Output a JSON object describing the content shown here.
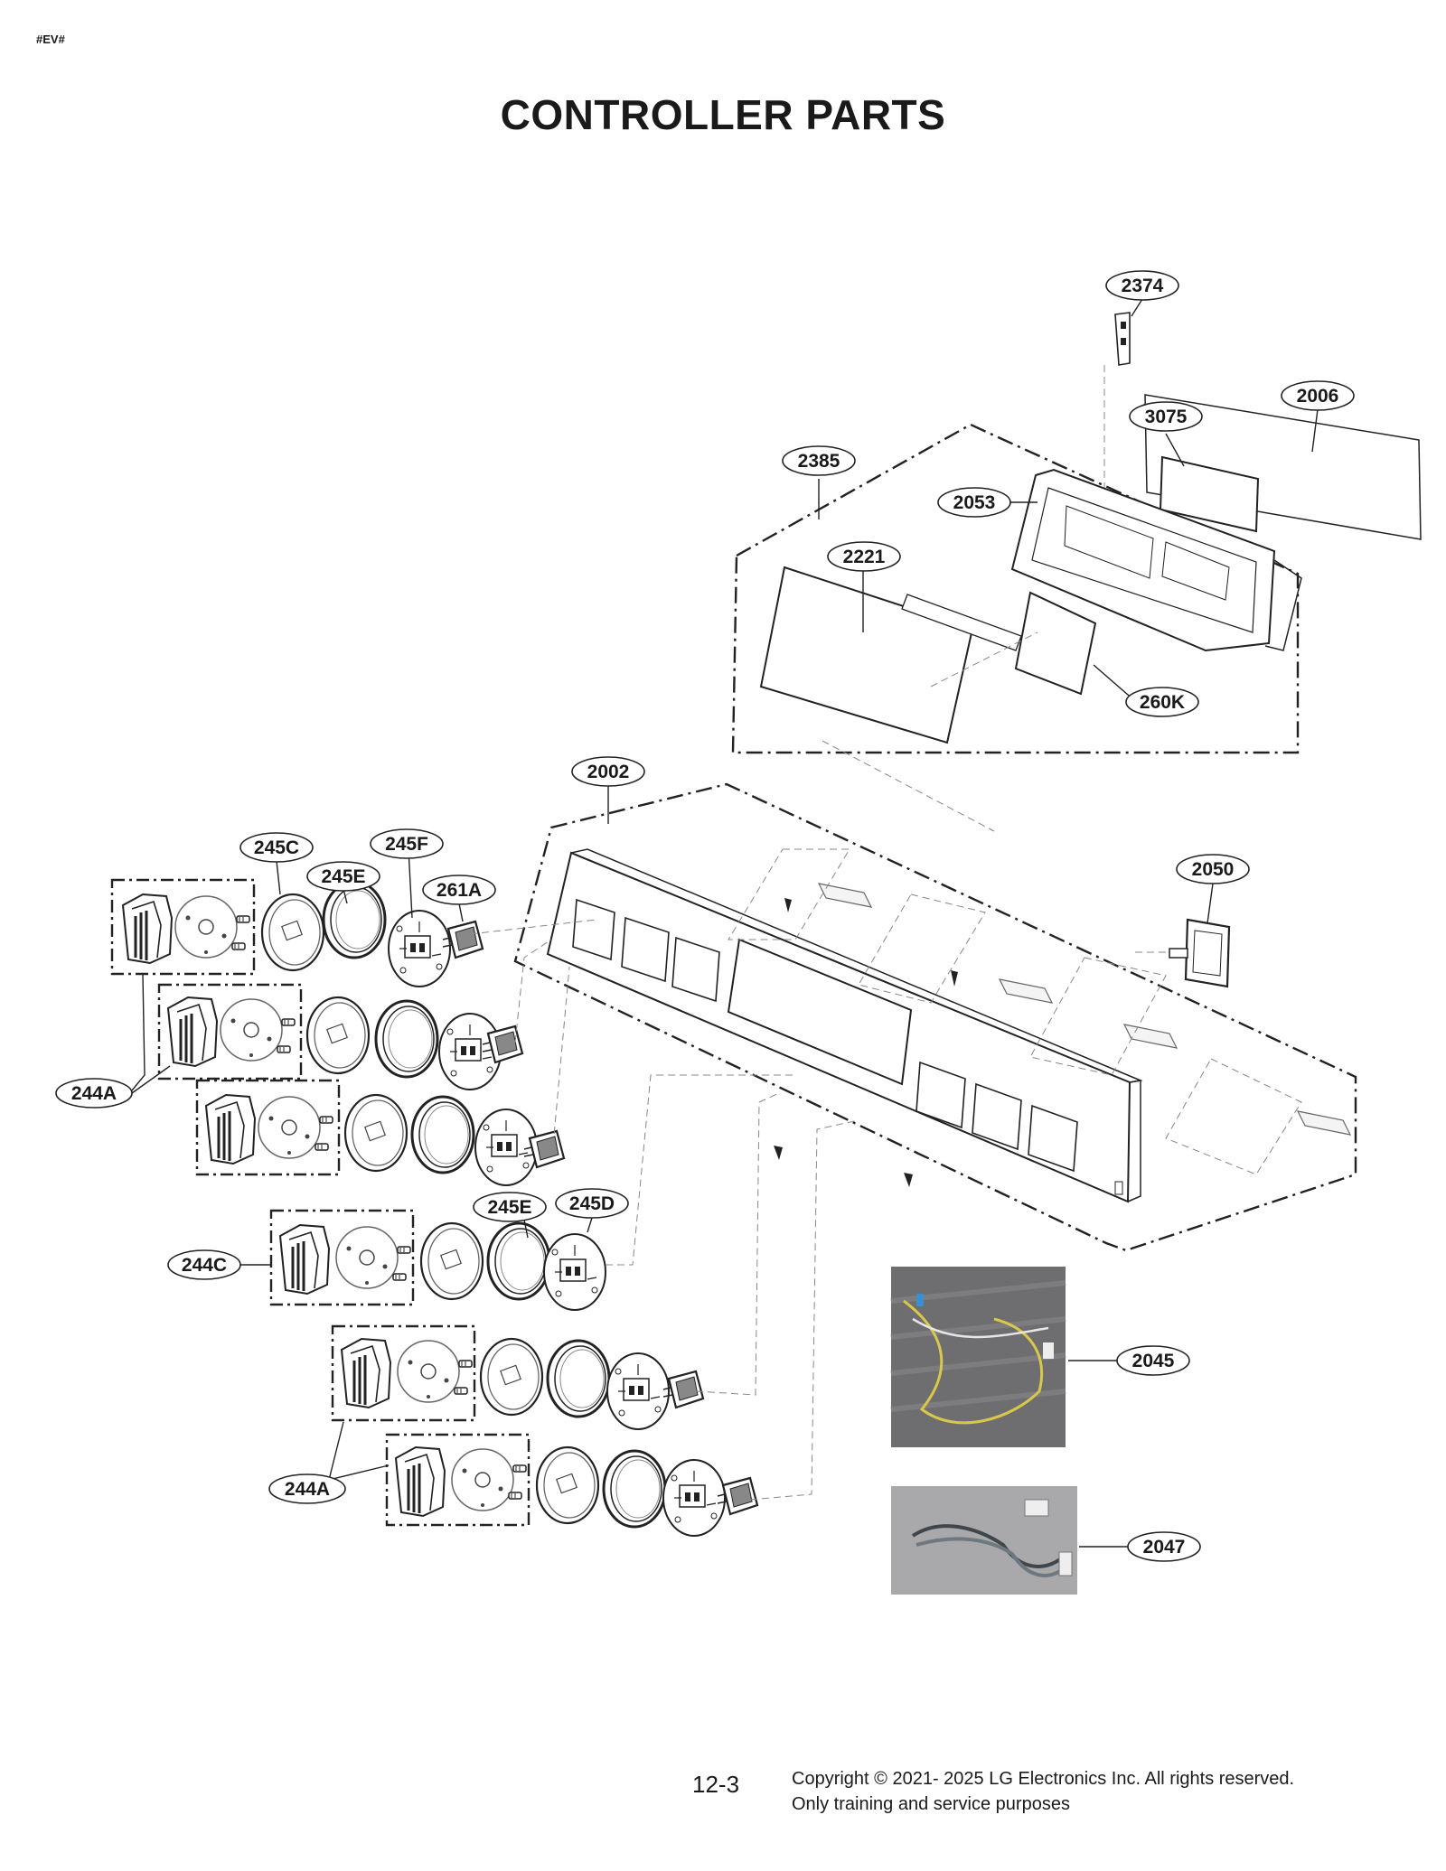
{
  "header": {
    "tag": "#EV#",
    "title": "CONTROLLER PARTS"
  },
  "labels": {
    "p2374": "2374",
    "p2006": "2006",
    "p3075": "3075",
    "p2385": "2385",
    "p2053": "2053",
    "p2221": "2221",
    "p260K": "260K",
    "p2002": "2002",
    "p245C": "245C",
    "p245F": "245F",
    "p245E_top": "245E",
    "p261A": "261A",
    "p2050": "2050",
    "p244A_top": "244A",
    "p245E_mid": "245E",
    "p245D": "245D",
    "p244C": "244C",
    "p2045": "2045",
    "p2047": "2047",
    "p244A_bottom": "244A"
  },
  "footer": {
    "page_number": "12-3",
    "copyright_line1": "Copyright © 2021- 2025 LG Electronics Inc. All rights reserved.",
    "copyright_line2": "Only training and service purposes"
  }
}
